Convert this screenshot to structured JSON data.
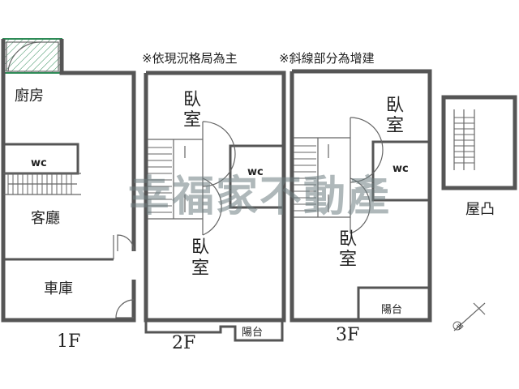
{
  "notes": {
    "note1": "※依現況格局為主",
    "note2": "※斜線部分為增建"
  },
  "watermark": "幸福家不動產",
  "floor_1f": {
    "floor_label": "1F",
    "kitchen": "廚房",
    "wc": "wc",
    "living_room": "客廳",
    "garage": "車庫"
  },
  "floor_2f": {
    "floor_label": "2F",
    "bedroom_top": "臥室",
    "wc": "wc",
    "bedroom_bottom": "臥室",
    "balcony": "陽台"
  },
  "floor_3f": {
    "floor_label": "3F",
    "bedroom_top": "臥室",
    "wc": "wc",
    "bedroom_bottom": "臥室",
    "balcony": "陽台"
  },
  "roof": {
    "label": "屋凸"
  },
  "compass": {
    "north_mark": "北"
  },
  "colors": {
    "wall": "#555555",
    "hatch": "#2e8b57",
    "watermark": "#6f7f82"
  }
}
